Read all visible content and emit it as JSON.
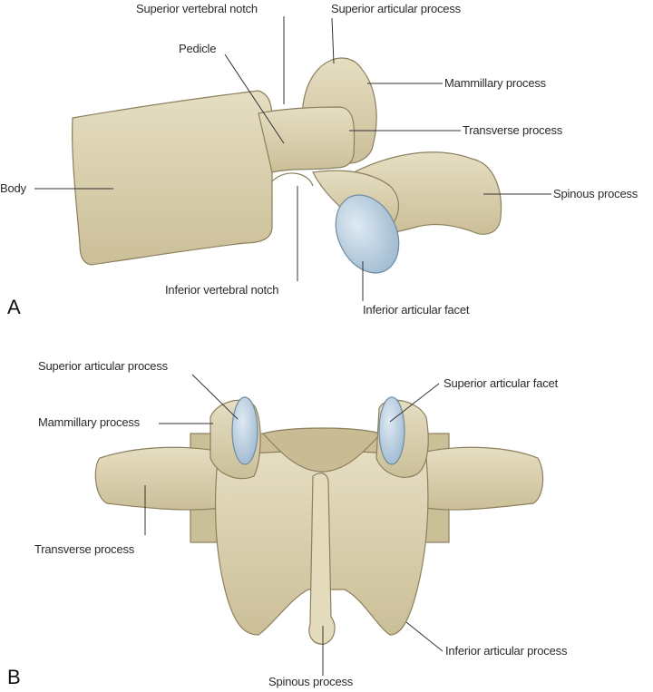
{
  "panels": [
    {
      "letter": "A",
      "view": "lateral",
      "labels": {
        "superior_vertebral_notch": "Superior vertebral notch",
        "superior_articular_process": "Superior articular process",
        "pedicle": "Pedicle",
        "mammillary_process": "Mammillary process",
        "transverse_process": "Transverse process",
        "body": "Body",
        "spinous_process": "Spinous process",
        "inferior_vertebral_notch": "Inferior vertebral notch",
        "inferior_articular_facet": "Inferior articular facet"
      }
    },
    {
      "letter": "B",
      "view": "posterior",
      "labels": {
        "superior_articular_process": "Superior articular process",
        "superior_articular_facet": "Superior articular facet",
        "mammillary_process": "Mammillary process",
        "transverse_process": "Transverse process",
        "inferior_articular_process": "Inferior articular process",
        "spinous_process": "Spinous process"
      }
    }
  ],
  "colors": {
    "bone": "#d9cfae",
    "bone_shadow": "#b8ab86",
    "bone_outline": "#8c7f5e",
    "facet": "#b9d0e2",
    "facet_outline": "#6f8aa0",
    "leader_line": "#333333"
  }
}
